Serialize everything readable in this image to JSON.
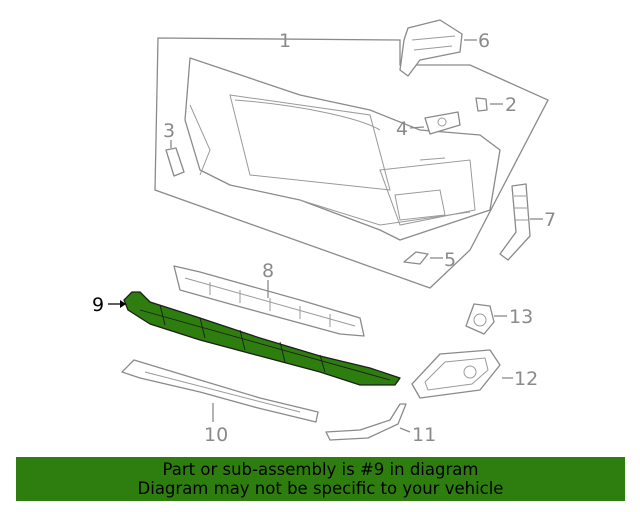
{
  "callouts": [
    {
      "id": "1",
      "label": "1"
    },
    {
      "id": "2",
      "label": "2"
    },
    {
      "id": "3",
      "label": "3"
    },
    {
      "id": "4",
      "label": "4"
    },
    {
      "id": "5",
      "label": "5"
    },
    {
      "id": "6",
      "label": "6"
    },
    {
      "id": "7",
      "label": "7"
    },
    {
      "id": "8",
      "label": "8"
    },
    {
      "id": "9",
      "label": "9"
    },
    {
      "id": "10",
      "label": "10"
    },
    {
      "id": "11",
      "label": "11"
    },
    {
      "id": "12",
      "label": "12"
    },
    {
      "id": "13",
      "label": "13"
    }
  ],
  "highlighted_part": "9",
  "colors": {
    "highlight": "#2e7d0f",
    "line_art": "#8a8a8a",
    "banner_background": "#2e7d0f"
  },
  "banner": {
    "line1": "Part or sub-assembly is #9 in diagram",
    "line2": "Diagram may not be specific to your vehicle"
  }
}
